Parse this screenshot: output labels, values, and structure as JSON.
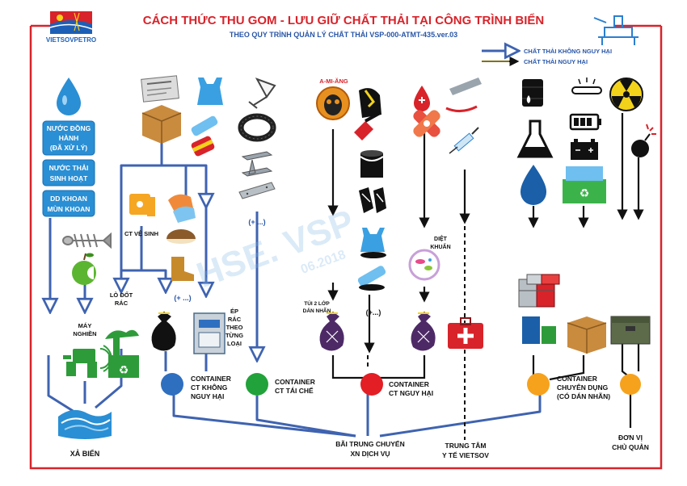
{
  "header": {
    "title": "CÁCH THỨC THU GOM - LƯU GIỮ CHẤT THẢI TẠI CÔNG TRÌNH BIỂN",
    "subtitle": "THEO QUY TRÌNH QUẢN LÝ CHẤT THẢI VSP-000-ATMT-435.ver.03",
    "logo_text": "VIETSOVPETRO"
  },
  "legend": {
    "non_hazardous": "CHẤT THẢI KHÔNG NGUY HẠI",
    "hazardous": "CHẤT THẢI NGUY HẠI"
  },
  "watermark": {
    "line1": "HSE. VSP",
    "line2": "06.2018"
  },
  "sources": {
    "dong_hanh": [
      "NƯỚC ĐỒNG",
      "HÀNH",
      "(ĐÃ XỬ LÝ)"
    ],
    "sinh_hoat": [
      "NƯỚC THẢI",
      "SINH HOẠT"
    ],
    "dd_khoan": [
      "DD KHOAN",
      "MÙN KHOAN"
    ]
  },
  "labels": {
    "may_nghien": [
      "MÁY",
      "NGHIỀN"
    ],
    "xa_bien": "XẢ BIỂN",
    "lo_dot_rac": [
      "LÒ ĐỐT",
      "RÁC"
    ],
    "ct_ve_sinh": "CT VỆ SINH",
    "plus1": "(+ ...)",
    "plus2": "(+ ...)",
    "plus3": "(+...)",
    "ep_rac": [
      "ÉP",
      "RÁC",
      "THEO",
      "TỪNG",
      "LOẠI"
    ],
    "a_mi_ang": "A-MI-ĂNG",
    "tui_2_lop": [
      "TÚI 2 LỚP",
      "DÁN NHÃN"
    ],
    "diet_khuan": [
      "DIỆT",
      "KHUẨN"
    ]
  },
  "containers": {
    "blue": [
      "CONTAINER",
      "CT KHÔNG",
      "NGUY HẠI"
    ],
    "green": [
      "CONTAINER",
      "CT TÁI CHẾ"
    ],
    "red": [
      "CONTAINER",
      "CT NGUY HẠI"
    ],
    "orange": [
      "CONTAINER",
      "CHUYÊN DỤNG",
      "(CÓ DÁN NHÃN)"
    ]
  },
  "destinations": {
    "bai_trung_chuyen": [
      "BÃI TRUNG CHUYỂN",
      "XN DỊCH VỤ"
    ],
    "trung_tam_yte": [
      "TRUNG TÂM",
      "Y TẾ VIETSOV"
    ],
    "don_vi": [
      "ĐƠN VỊ",
      "CHỦ QUẢN"
    ]
  },
  "colors": {
    "frame": "#d8232a",
    "title": "#d8232a",
    "flow": "#3f63b0",
    "blue_node": "#2f6fc0",
    "green_node": "#22a23a",
    "red_node": "#e31e24",
    "orange_node": "#f6a21d",
    "source_box": "#2a8fd4"
  }
}
